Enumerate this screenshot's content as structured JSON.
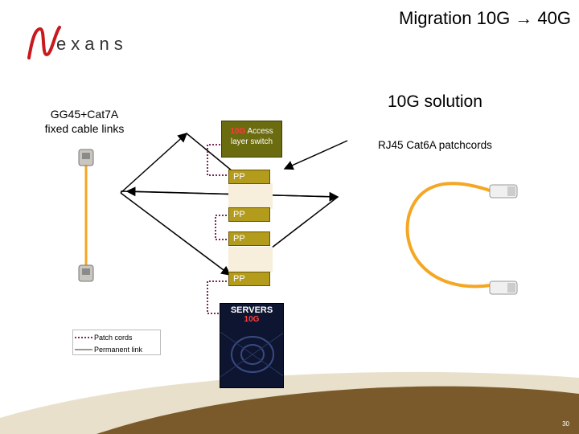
{
  "header": {
    "title": "Migration 10G → 40G",
    "logo_text": "exans",
    "logo_initial": "N"
  },
  "main": {
    "subtitle": "10G solution",
    "left_label_line1": "GG45+Cat7A",
    "left_label_line2": "fixed cable links",
    "right_label": "RJ45 Cat6A patchcords"
  },
  "diagram": {
    "switch_red": "10G",
    "switch_line1_rest": " Access",
    "switch_line2": "layer switch",
    "panels": [
      "PP",
      "PP",
      "PP",
      "PP"
    ],
    "servers_label": "SERVERS",
    "servers_sub": "10G"
  },
  "legend": {
    "patch_cords": "Patch cords",
    "permanent_link": "Permanent link"
  },
  "footer": {
    "page_number": "30"
  },
  "colors": {
    "logo_red": "#c8191e",
    "switch": "#6b6b10",
    "patch_panel": "#b39b1c",
    "servers": "#0d1530",
    "cable_orange": "#f5a623",
    "patch_dotted": "#7b2a5a",
    "footer_swoosh": "#7a5a2a"
  },
  "icons": [
    "nexans-logo-icon",
    "rj45-connector-icon",
    "gg45-connector-icon",
    "arrow-icon"
  ]
}
